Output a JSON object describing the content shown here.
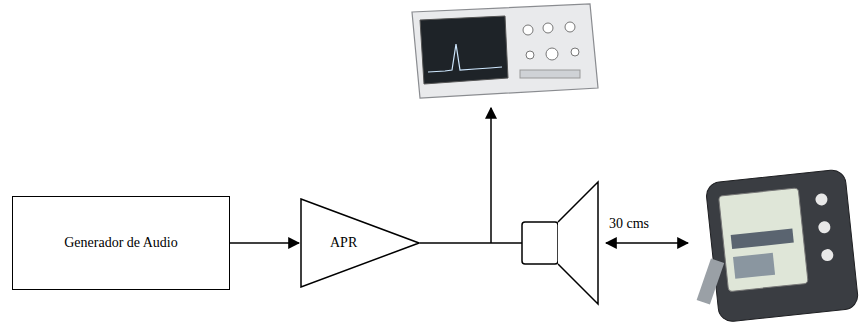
{
  "diagram": {
    "nodes": [
      {
        "text": [
          "Generador de Audio"
        ]
      },
      {
        "text": [
          "APR"
        ]
      }
    ],
    "edges": [
      {
        "from": 0,
        "to": 1,
        "arrow": "to"
      }
    ],
    "labels": [
      "30 cms"
    ]
  }
}
